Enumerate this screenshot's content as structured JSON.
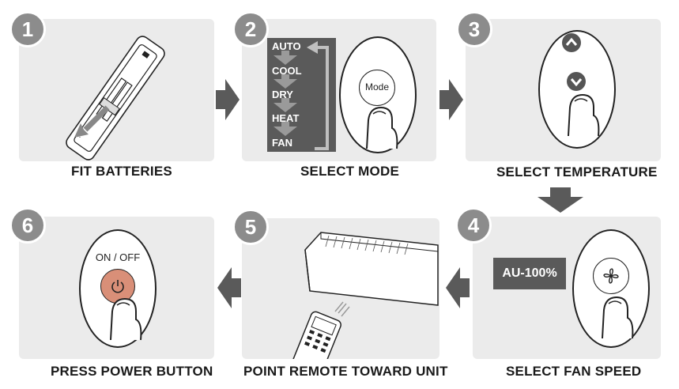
{
  "steps": [
    {
      "number": "1",
      "caption": "FIT BATTERIES"
    },
    {
      "number": "2",
      "caption": "SELECT MODE"
    },
    {
      "number": "3",
      "caption": "SELECT TEMPERATURE"
    },
    {
      "number": "4",
      "caption": "SELECT FAN SPEED"
    },
    {
      "number": "5",
      "caption": "POINT REMOTE TOWARD UNIT"
    },
    {
      "number": "6",
      "caption": "PRESS POWER BUTTON"
    }
  ],
  "mode_list": [
    "AUTO",
    "COOL",
    "DRY",
    "HEAT",
    "FAN"
  ],
  "mode_button_label": "Mode",
  "fan_display_text": "AU-100%",
  "power_label": "ON / OFF",
  "colors": {
    "panel": "#ebebeb",
    "badge": "#8c8c8c",
    "arrow": "#5a5a5a",
    "mode_box": "#5a5a5a",
    "power_button": "#d98f78"
  }
}
